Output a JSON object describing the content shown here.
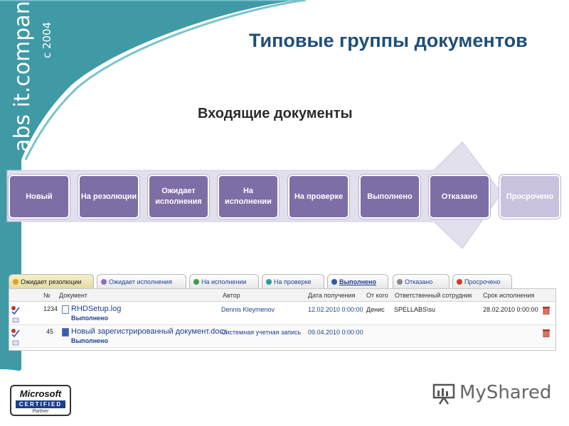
{
  "brand": {
    "text": "abs it.company",
    "since": "с 2004",
    "band_color": "#3f9aa6"
  },
  "title": "Типовые группы документов",
  "section": "Входящие документы",
  "stages": [
    "Новый",
    "На резолюции",
    "Ожидает исполнения",
    "На исполнении",
    "На проверке",
    "Выполнено",
    "Отказано",
    "Просрочено"
  ],
  "tabs": [
    {
      "label": "Ожидает резолюции",
      "dot": "#e0a020"
    },
    {
      "label": "Ожидает исполнения",
      "dot": "#8e6ec2"
    },
    {
      "label": "На исполнении",
      "dot": "#3f9a4a"
    },
    {
      "label": "На проверке",
      "dot": "#2a9aa8"
    },
    {
      "label": "Выполнено",
      "dot": "#2c57b5"
    },
    {
      "label": "Отказано",
      "dot": "#888888"
    },
    {
      "label": "Просрочено",
      "dot": "#d23a2a"
    }
  ],
  "table": {
    "headers": [
      "№",
      "Документ",
      "Автор",
      "Дата получения",
      "От кого",
      "Ответственный сотрудник",
      "Срок исполнения"
    ],
    "rows": [
      {
        "num": "1234",
        "doc": "RHDSetup.log",
        "status": "Выполнено",
        "author": "Dennis Kleymenov",
        "date": "12.02.2010 0:00:00",
        "from": "Денис",
        "responsible": "SPELLABS\\su",
        "deadline": "28.02.2010 0:00:00"
      },
      {
        "num": "45",
        "doc": "Новый зарегистрированный документ.docx",
        "status": "Выполнено",
        "author": "Системная учетная запись",
        "date": "09.04.2010 0:00:00",
        "from": "",
        "responsible": "",
        "deadline": ""
      }
    ]
  },
  "ms_logo": {
    "line1": "Microsoft",
    "line2": "CERTIFIED",
    "line3": "Partner"
  },
  "watermark": "MyShared"
}
